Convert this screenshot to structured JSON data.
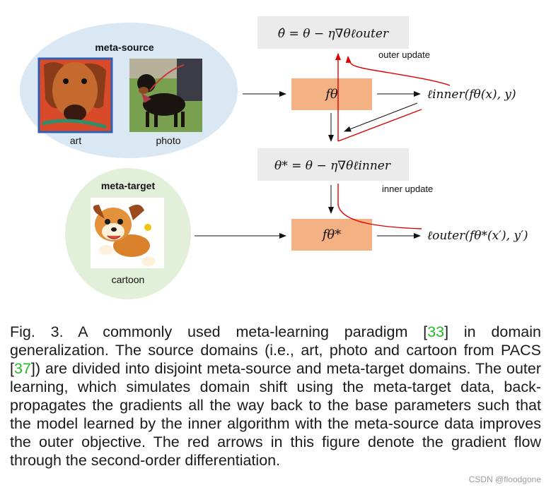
{
  "groups": {
    "meta_source": {
      "title": "meta-source",
      "images": [
        {
          "label": "art",
          "icon": "dog-painting-icon"
        },
        {
          "label": "photo",
          "icon": "dog-photo-icon"
        }
      ]
    },
    "meta_target": {
      "title": "meta-target",
      "images": [
        {
          "label": "cartoon",
          "icon": "cartoon-dog-icon"
        }
      ]
    }
  },
  "boxes": {
    "outer_update_eq": "θ̂ = θ − η∇θℓouter",
    "inner_update_eq": "θ* = θ − η∇θℓinner",
    "model_base": "fθ",
    "model_adapted": "fθ*",
    "loss_inner": "ℓinner(fθ(x), y)",
    "loss_outer": "ℓouter(fθ*(x′), y′)"
  },
  "labels": {
    "outer_update": "outer update",
    "inner_update": "inner update"
  },
  "caption": {
    "p1": "Fig. 3. A commonly used meta-learning paradigm [",
    "ref1": "33",
    "p2": "] in domain generalization. The source domains (i.e., art, photo and cartoon from PACS [",
    "ref2": "37",
    "p3": "]) are divided into disjoint meta-source and meta-target domains. The outer learning, which simulates domain shift using the meta-target data, back-propagates the gradients all the way back to the base parameters such that the model learned by the inner algorithm with the meta-source data improves the outer objective. The red arrows in this figure denote the gradient flow through the second-order differentiation."
  },
  "watermark": "CSDN @floodgone",
  "colors": {
    "box_orange": "#f4b183",
    "box_gray": "#ebebeb",
    "source_ellipse": "#dae8f4",
    "target_ellipse": "#e2efd9",
    "gradient_red": "#e00000",
    "ref_green": "#22bb22"
  }
}
